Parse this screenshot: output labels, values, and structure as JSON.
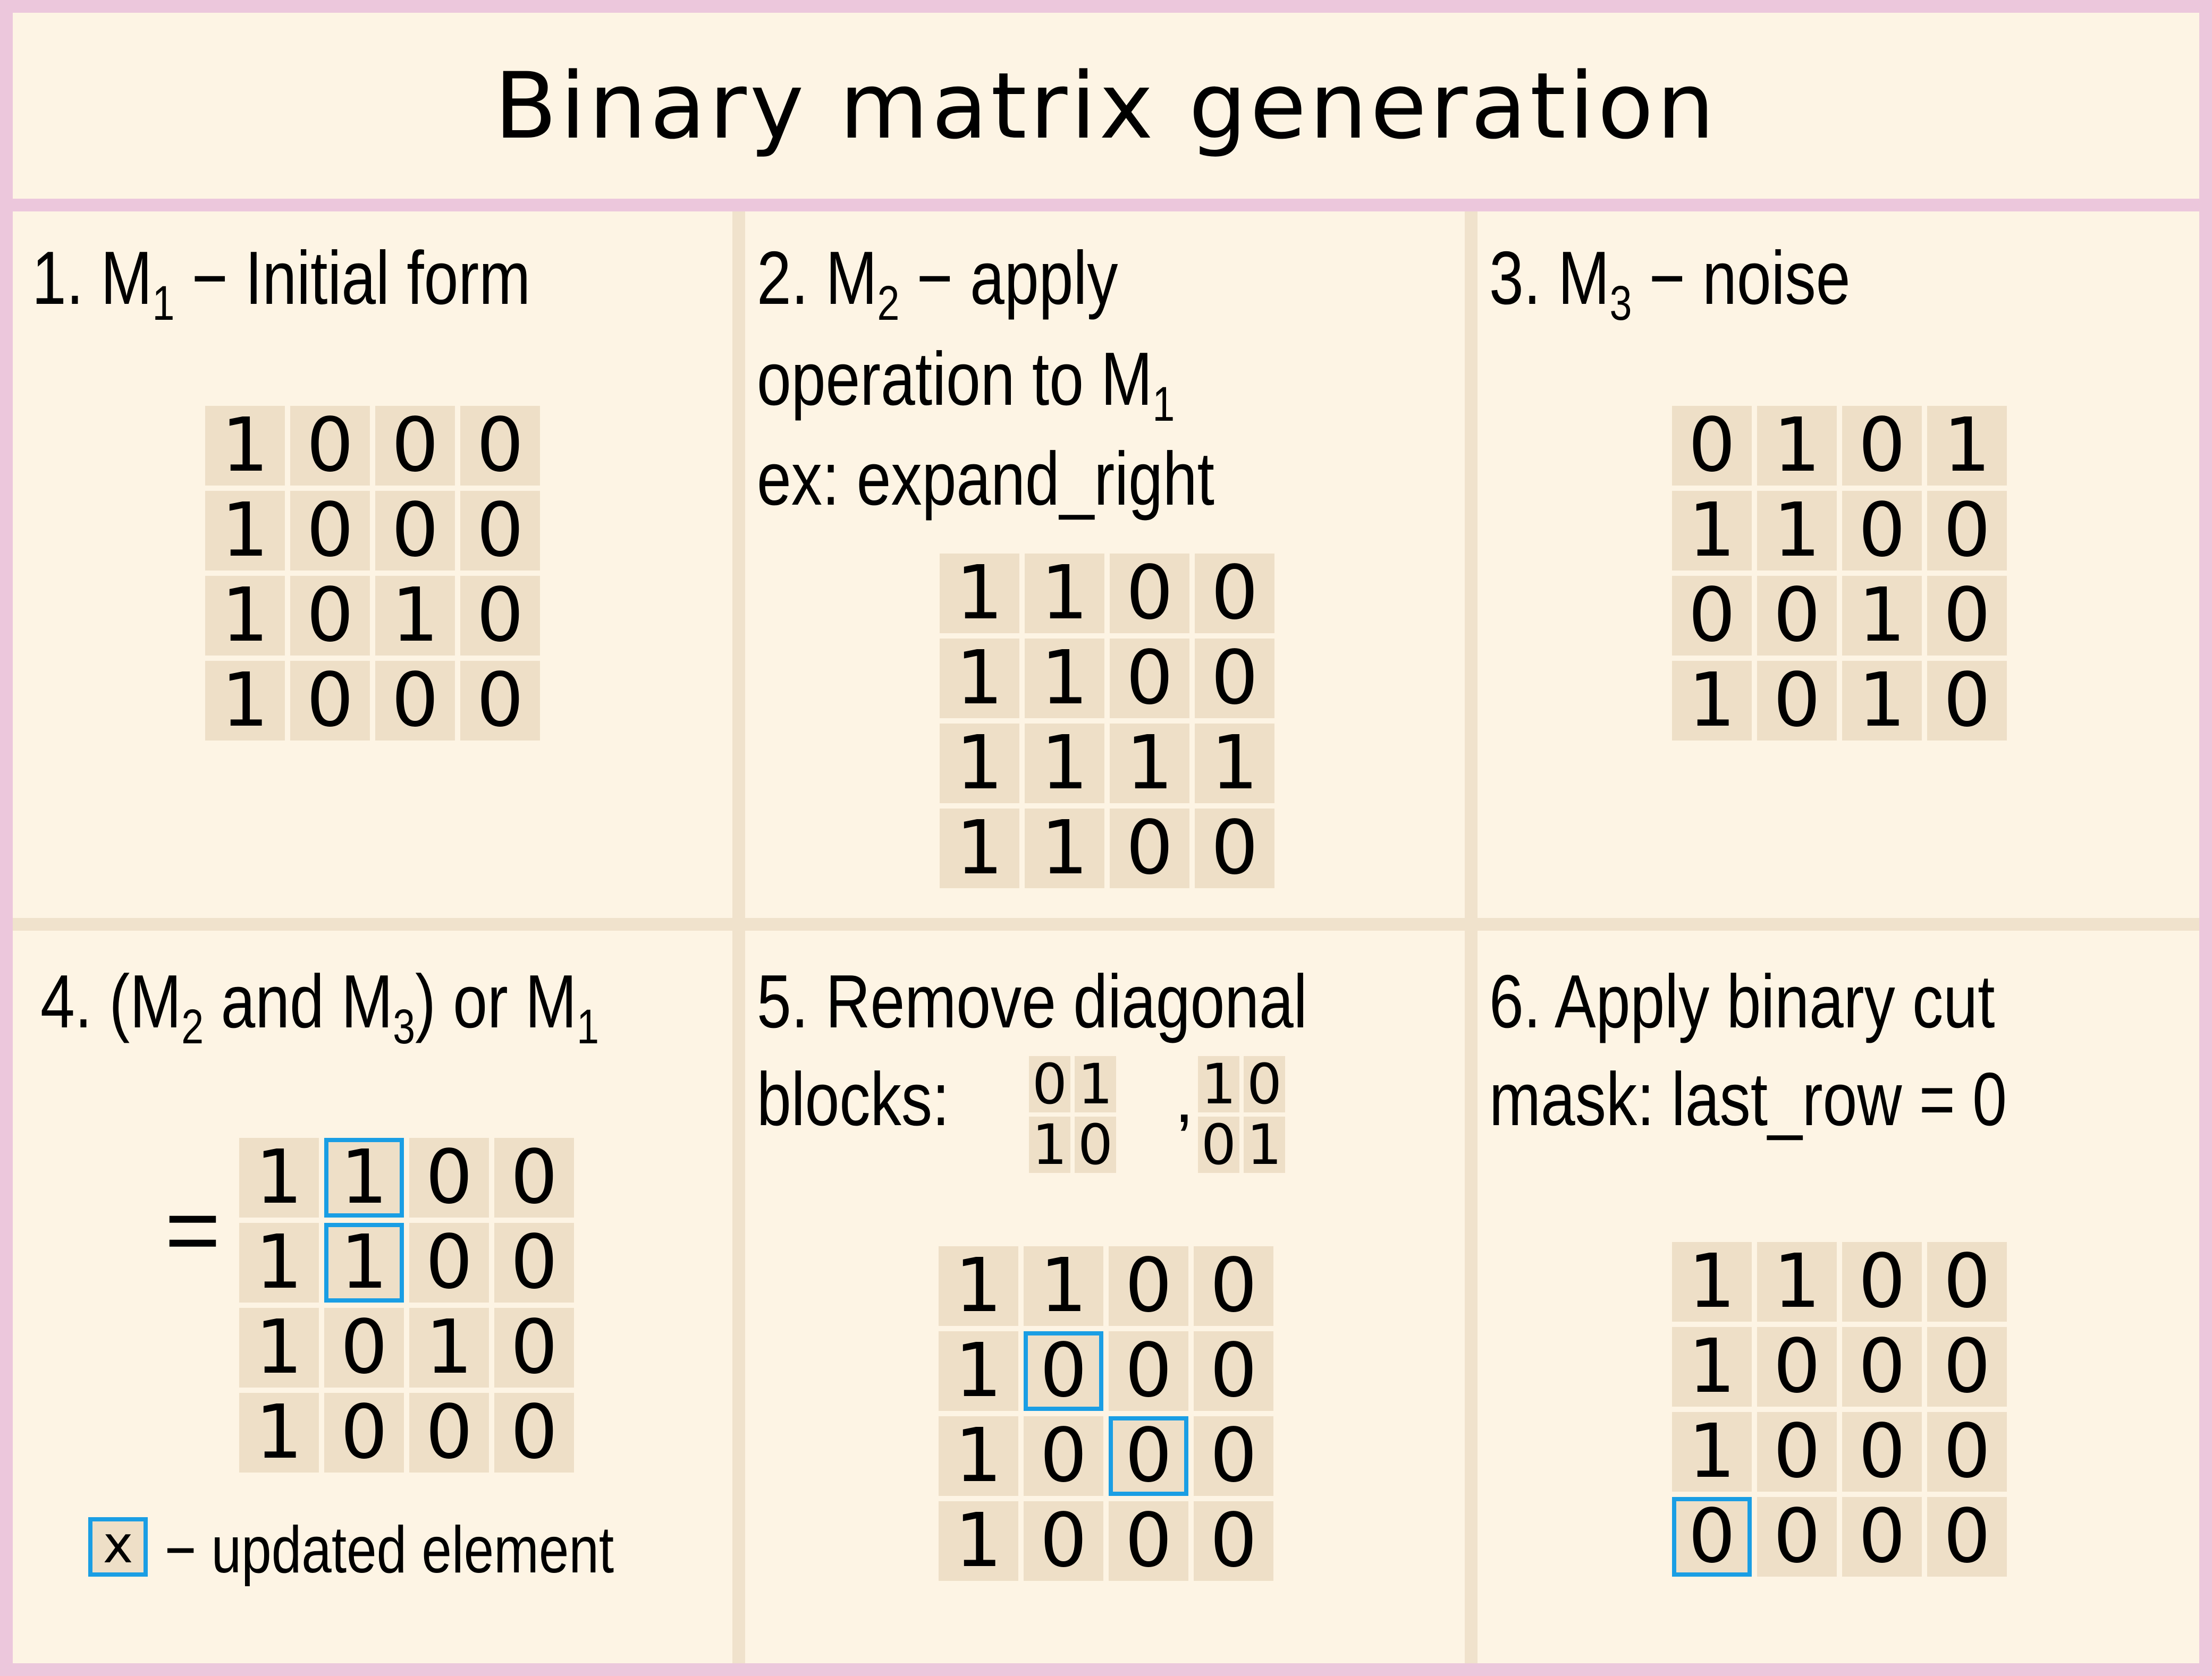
{
  "title": "Binary matrix generation",
  "colors": {
    "highlight": "#1a9ee4",
    "panel": "#fdf4e4",
    "cell": "#eedfc7",
    "border": "#ecc7dc"
  },
  "panels": [
    {
      "id": 1,
      "label": {
        "pre": "1. M",
        "sub": "1",
        "post": " − Initial form"
      },
      "matrix": [
        [
          1,
          0,
          0,
          0
        ],
        [
          1,
          0,
          0,
          0
        ],
        [
          1,
          0,
          1,
          0
        ],
        [
          1,
          0,
          0,
          0
        ]
      ],
      "highlights": []
    },
    {
      "id": 2,
      "line1": {
        "pre": "2. M",
        "sub": "2",
        "post": " − apply"
      },
      "line2": {
        "pre": "operation to M",
        "sub": "1",
        "post": ""
      },
      "line3": "ex: expand_right",
      "matrix": [
        [
          1,
          1,
          0,
          0
        ],
        [
          1,
          1,
          0,
          0
        ],
        [
          1,
          1,
          1,
          1
        ],
        [
          1,
          1,
          0,
          0
        ]
      ],
      "highlights": []
    },
    {
      "id": 3,
      "label": {
        "pre": "3. M",
        "sub": "3",
        "post": " − noise"
      },
      "matrix": [
        [
          0,
          1,
          0,
          1
        ],
        [
          1,
          1,
          0,
          0
        ],
        [
          0,
          0,
          1,
          0
        ],
        [
          1,
          0,
          1,
          0
        ]
      ],
      "highlights": []
    },
    {
      "id": 4,
      "label": {
        "p1": "4. (M",
        "s1": "2",
        "p2": " and M",
        "s2": "3",
        "p3": ") or M",
        "s3": "1"
      },
      "equals": "=",
      "matrix": [
        [
          1,
          1,
          0,
          0
        ],
        [
          1,
          1,
          0,
          0
        ],
        [
          1,
          0,
          1,
          0
        ],
        [
          1,
          0,
          0,
          0
        ]
      ],
      "highlights": [
        [
          0,
          1
        ],
        [
          1,
          1
        ]
      ],
      "legend_symbol": "x",
      "legend_text": "− updated element"
    },
    {
      "id": 5,
      "line1": "5. Remove diagonal",
      "line2": "blocks:",
      "blocks": [
        [
          [
            0,
            1
          ],
          [
            1,
            0
          ]
        ],
        [
          [
            1,
            0
          ],
          [
            0,
            1
          ]
        ]
      ],
      "comma": ",",
      "matrix": [
        [
          1,
          1,
          0,
          0
        ],
        [
          1,
          0,
          0,
          0
        ],
        [
          1,
          0,
          0,
          0
        ],
        [
          1,
          0,
          0,
          0
        ]
      ],
      "highlights": [
        [
          1,
          1
        ],
        [
          2,
          2
        ]
      ]
    },
    {
      "id": 6,
      "line1": "6. Apply binary cut",
      "line2": "mask: last_row = 0",
      "matrix": [
        [
          1,
          1,
          0,
          0
        ],
        [
          1,
          0,
          0,
          0
        ],
        [
          1,
          0,
          0,
          0
        ],
        [
          0,
          0,
          0,
          0
        ]
      ],
      "highlights": [
        [
          3,
          0
        ]
      ]
    }
  ]
}
